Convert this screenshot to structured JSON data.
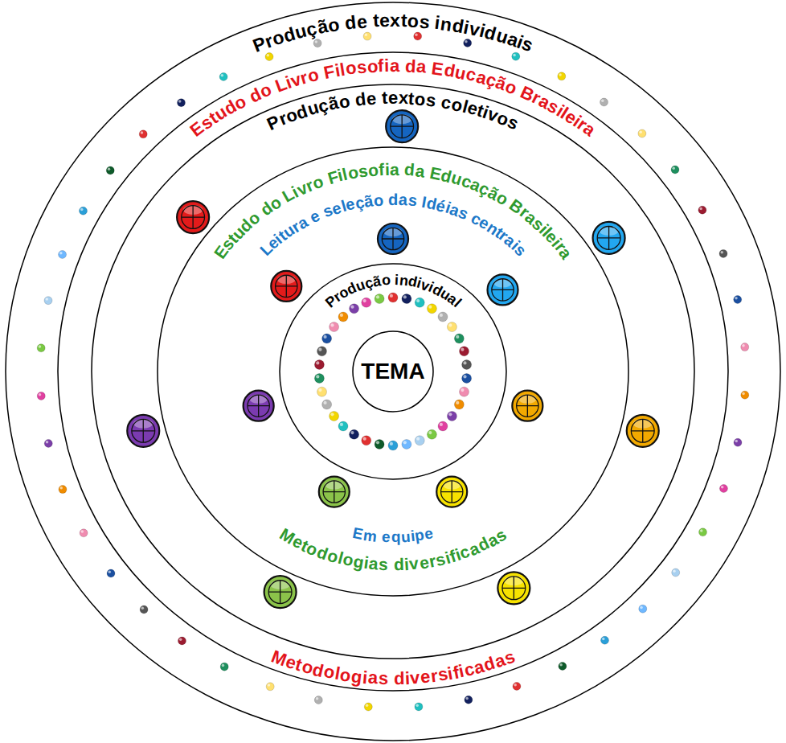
{
  "diagram": {
    "nodes": [
      {
        "text": [
          "Produção de textos individuais"
        ]
      },
      {
        "text": [
          "Estudo do Livro Filosofia da Educação Brasileira",
          "Metodologias diversificadas"
        ],
        "in": 0
      },
      {
        "text": [
          "Produção de textos coletivos"
        ],
        "in": 1
      },
      {
        "text": [
          "Estudo do Livro Filosofia da Educação Brasileira",
          "Leitura e seleção das Idéias centrais",
          "Em equipe",
          "Metodologias diversificadas"
        ],
        "in": 2
      },
      {
        "text": [
          "Produção individual"
        ],
        "in": 3
      },
      {
        "text": [
          "TEMA"
        ],
        "in": 4
      }
    ]
  }
}
